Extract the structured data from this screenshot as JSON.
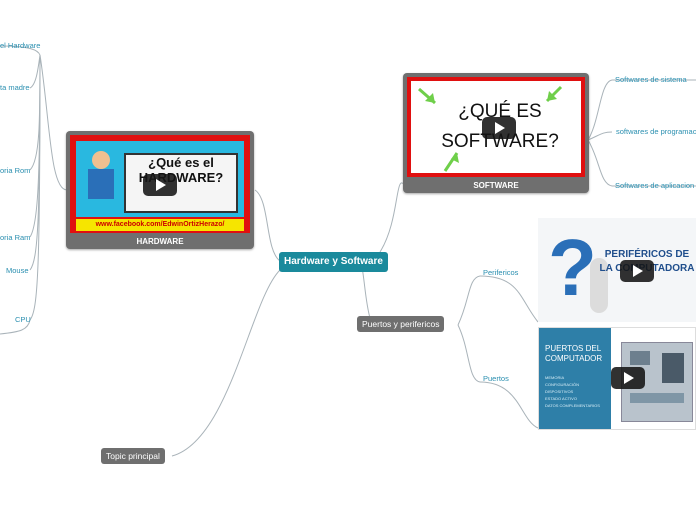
{
  "central": {
    "label": "Hardware y Software",
    "color": "#1a8a9c"
  },
  "hardware": {
    "caption": "HARDWARE",
    "thumb_title": "¿Qué es el HARDWARE?",
    "thumb_link": "www.facebook.com/EdwinOrtizHerazo/",
    "leaves": [
      "el Hardware",
      "ta madre",
      "oria Rom",
      "oria Ram",
      "Mouse",
      "CPU"
    ]
  },
  "software": {
    "caption": "SOFTWARE",
    "thumb_title": "¿QUÉ ES SOFTWARE?",
    "leaves": [
      "Softwares de sistema",
      "softwares de programación",
      "Softwares de aplicacion"
    ]
  },
  "puertos": {
    "label": "Puertos y perifericos",
    "children": [
      "Perifericos",
      "Puertos"
    ],
    "perifericos_thumb": "PERIFÉRICOS DE LA COMPUTADORA",
    "puertos_thumb": "PUERTOS DEL COMPUTADOR",
    "puertos_list": [
      "MEMORIA",
      "CONFIGURACIÓN",
      "DISPOSITIVOS",
      "ESTADO ACTIVO",
      "DATOS COMPLEMENTARIOS"
    ]
  },
  "topic": {
    "label": "Topic principal"
  }
}
